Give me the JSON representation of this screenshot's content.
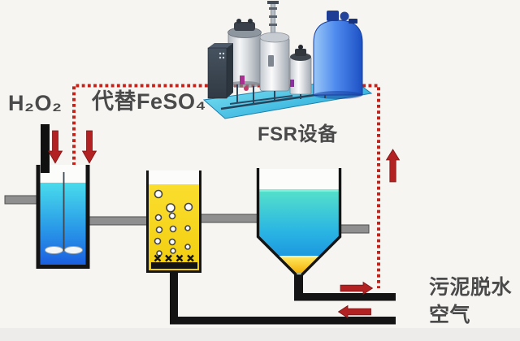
{
  "title": "FSR wastewater treatment process diagram",
  "labels": {
    "h2o2": "H₂O₂",
    "replace_feso4": "代替FeSO₄",
    "fsr_equipment": "FSR设备",
    "sludge_dewatering": "污泥脱水",
    "air": "空气"
  },
  "colors": {
    "background": "#f6f5f2",
    "label_text": "#4a4a4a",
    "dashed_dosing_line": "#c1221a",
    "flow_arrow_red": "#b22222",
    "pipe_black": "#141414",
    "pipe_gray": "#8f8f8f",
    "mixing_tank_water_top": "#49dcec",
    "mixing_tank_water_bottom": "#1b5fe0",
    "aeration_tank_yellow": "#f5d114",
    "clarifier_water_top": "#56e2c9",
    "clarifier_water_bottom": "#1483dc",
    "sludge_yellow": "#f5bd0a",
    "equipment_platform_cyan": "#2fc2e4",
    "equipment_blue_vessel": "#2e66d6",
    "equipment_cabinet": "#39434f"
  },
  "diagram": {
    "components": [
      {
        "id": "mixing-tank",
        "description": "stirred tank receiving H₂O₂ feed, cyan-blue water, two paddle impellers"
      },
      {
        "id": "aeration-tank",
        "description": "yellow tank with air bubbles and black bottom diffuser"
      },
      {
        "id": "clarifier-tank",
        "description": "settling tank, conical bottom with yellow sludge layer"
      },
      {
        "id": "fsr-equipment",
        "description": "FSR dosing skid: control cabinet, steel tanks, blue vessel on cyan platform"
      }
    ],
    "flow_arrows": [
      {
        "id": "h2o2-feed-arrow",
        "direction": "down"
      },
      {
        "id": "dosing-feed-arrow",
        "direction": "down"
      },
      {
        "id": "return-line-arrow",
        "direction": "up"
      },
      {
        "id": "sludge-out-arrow",
        "direction": "right"
      },
      {
        "id": "air-in-arrow",
        "direction": "left"
      }
    ]
  }
}
